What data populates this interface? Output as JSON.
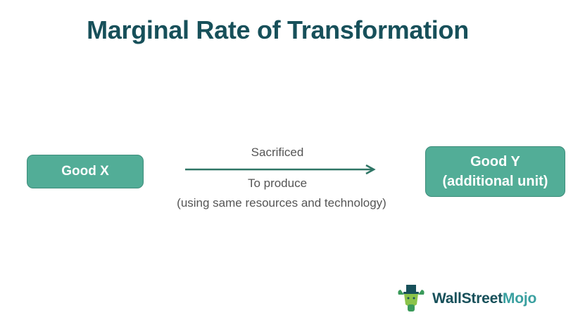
{
  "title": "Marginal Rate of Transformation",
  "diagram": {
    "source_box": {
      "label": "Good X"
    },
    "target_box": {
      "line1": "Good Y",
      "line2": "(additional unit)"
    },
    "arrow": {
      "label_above": "Sacrificed",
      "label_below_1": "To produce",
      "label_below_2": "(using same resources and technology)",
      "direction": "right"
    }
  },
  "brand": {
    "icon": "bull-with-top-hat-icon",
    "name_part1": "WallStreet",
    "name_part2": "Mojo"
  },
  "colors": {
    "title": "#17505a",
    "box_fill": "#52ad97",
    "box_border": "#3d8c7a",
    "arrow": "#2e7565",
    "label_text": "#555555"
  }
}
